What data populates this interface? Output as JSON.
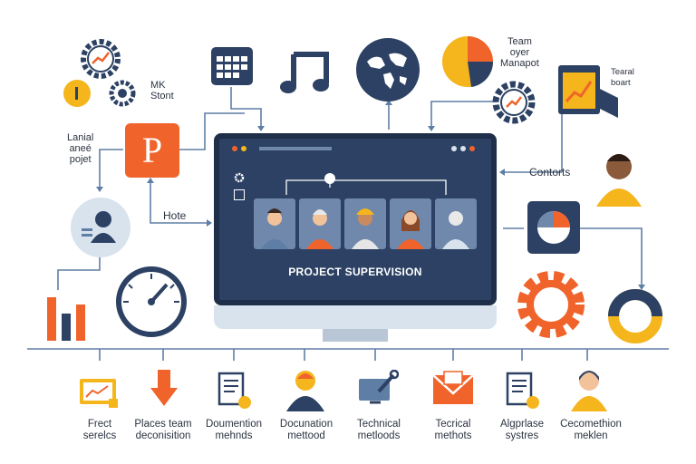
{
  "labels": {
    "mk_stont": "MK\nStont",
    "lanial_project": "Lanial\naneé\npojet",
    "team_oyer_manapot": "Team\noyer\nManapot",
    "tearal_boart": "Tearal\nboart",
    "contorts": "Contorts",
    "hote": "Hote"
  },
  "monitor": {
    "title": "PROJECT SUPERVISION"
  },
  "bottom_items": [
    {
      "label": "Frect\nserelcs",
      "icon": "monitor-chart-icon"
    },
    {
      "label": "Places team\ndeconisition",
      "icon": "arrow-down-icon"
    },
    {
      "label": "Doumention\nmehnds",
      "icon": "document-icon"
    },
    {
      "label": "Docunation\nmettood",
      "icon": "person-icon"
    },
    {
      "label": "Technical\nmetloods",
      "icon": "wrench-screen-icon"
    },
    {
      "label": "Tecrical\nmethots",
      "icon": "envelope-icon"
    },
    {
      "label": "Algprlase\nsystres",
      "icon": "document-icon"
    },
    {
      "label": "Cecomethion\nmeklen",
      "icon": "person-icon"
    }
  ],
  "colors": {
    "navy": "#2c4163",
    "orange": "#f0642c",
    "yellow": "#f5b51c",
    "wire": "#5f7ea6"
  }
}
